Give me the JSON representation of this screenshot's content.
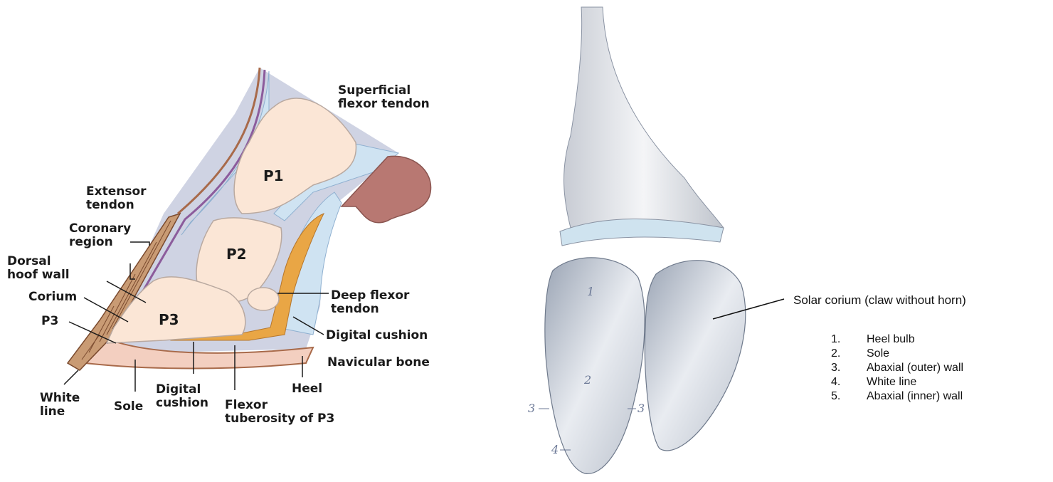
{
  "left_diagram": {
    "labels": {
      "superficial_flexor": "Superficial\nflexor tendon",
      "extensor_tendon": "Extensor\ntendon",
      "coronary_region": "Coronary\nregion",
      "dorsal_hoof_wall": "Dorsal\nhoof wall",
      "corium": "Corium",
      "p3_pointer": "P3",
      "white_line": "White\nline",
      "sole": "Sole",
      "digital_cushion_bottom": "Digital\ncushion",
      "flexor_tuberosity": "Flexor\ntuberosity of P3",
      "heel": "Heel",
      "navicular_bone": "Navicular bone",
      "digital_cushion_right": "Digital cushion",
      "deep_flexor": "Deep flexor\ntendon"
    },
    "bones": {
      "p1": "P1",
      "p2": "P2",
      "p3": "P3"
    },
    "colors": {
      "bone": "#fbe6d6",
      "tendon_blue": "#cfe3f2",
      "grey_tissue": "#cfd3e3",
      "corium_purple": "#8c5c9c",
      "wall_brown": "#a86a4a",
      "cushion_orange": "#e9a645",
      "sole_pink": "#f3cfc0",
      "heel_bulb": "#b87872"
    }
  },
  "right_diagram": {
    "caption": "Solar corium (claw without horn)",
    "sketch_numbers": {
      "n1": "1",
      "n2": "2",
      "n3a": "3",
      "n3b": "3",
      "n4": "4"
    },
    "legend": [
      {
        "num": "1.",
        "text": "Heel bulb"
      },
      {
        "num": "2.",
        "text": "Sole"
      },
      {
        "num": "3.",
        "text": "Abaxial (outer) wall"
      },
      {
        "num": "4.",
        "text": "White line"
      },
      {
        "num": "5.",
        "text": "Abaxial (inner) wall"
      }
    ]
  }
}
